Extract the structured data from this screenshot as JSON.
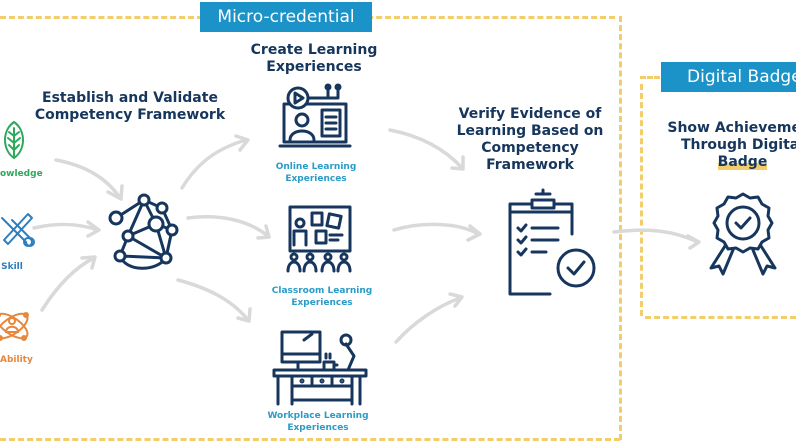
{
  "sections": {
    "micro_credential": {
      "tag_label": "Micro-credential",
      "steps": {
        "establish": {
          "heading": "Establish and Validate Competency Framework",
          "inputs": [
            {
              "label": "Knowledge",
              "visible_label": "owledge",
              "icon": "leaf-icon",
              "color": "#2ea95c"
            },
            {
              "label": "Skill",
              "visible_label": "Skill",
              "icon": "tools-icon",
              "color": "#2b7fc1"
            },
            {
              "label": "Ability",
              "visible_label": "Ability",
              "icon": "atom-person-icon",
              "color": "#e8863a"
            }
          ],
          "center_icon": "network-icon"
        },
        "create": {
          "heading": "Create Learning Experiences",
          "items": [
            {
              "label": "Online Learning Experiences",
              "icon": "online-learning-icon"
            },
            {
              "label": "Classroom Learning Experiences",
              "icon": "classroom-icon"
            },
            {
              "label": "Workplace Learning Experiences",
              "icon": "workplace-desk-icon"
            }
          ]
        },
        "verify": {
          "heading": "Verify Evidence of Learning Based on Competency Framework",
          "icon": "clipboard-check-icon"
        }
      }
    },
    "digital_badge": {
      "tag_label": "Digital Badge",
      "heading_line1": "Show Achievement",
      "heading_line2": "Through Digital",
      "heading_line3": "Badge",
      "icon": "award-badge-icon"
    }
  },
  "colors": {
    "tag_bg": "#1b93c9",
    "dash": "#f3cd6c",
    "heading": "#16365c",
    "sublabel": "#2b9bc7",
    "arrow": "#d9d9d9"
  }
}
